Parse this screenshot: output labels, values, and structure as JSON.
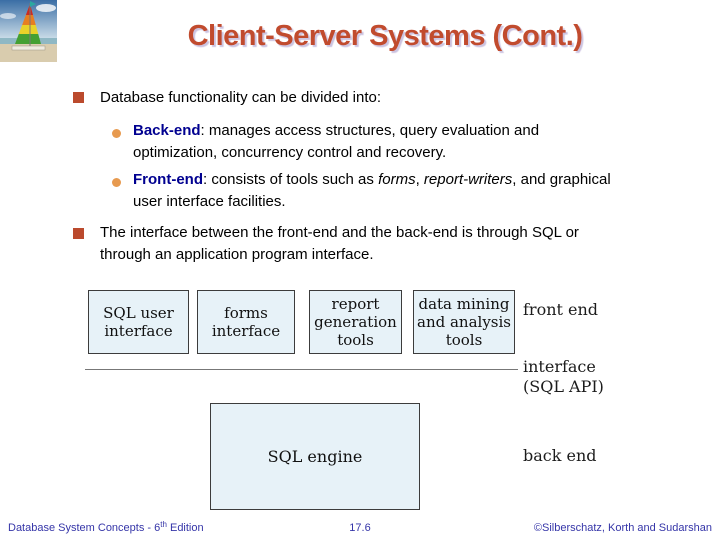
{
  "slide_title": "Client-Server Systems (Cont.)",
  "logo_alt": "sailboat-beach-photo",
  "bullets": {
    "b1": "Database functionality can be divided into:",
    "s1": {
      "term": "Back-end",
      "colon": ": ",
      "line1": "manages access structures, query evaluation and",
      "line2": "optimization, concurrency control and recovery."
    },
    "s2": {
      "term": "Front-end",
      "colon": ": ",
      "pre": "consists of tools such as ",
      "italic1": "forms",
      "comma": ", ",
      "italic2": "report-writers",
      "tail": ", and graphical",
      "line2": "user interface facilities."
    },
    "b2": {
      "line1": "The interface between the front-end and the back-end is through SQL or",
      "line2": "through an application program interface."
    }
  },
  "diagram": {
    "boxes": {
      "box1": "SQL user\ninterface",
      "box2": "forms\ninterface",
      "box3": "report\ngeneration\ntools",
      "box4": "data mining\nand analysis\ntools",
      "engine": "SQL engine"
    },
    "labels": {
      "front": "front end",
      "interface_1": "interface",
      "interface_2": "(SQL API)",
      "back": "back end"
    }
  },
  "footer": {
    "left_pre": "Database System Concepts - 6",
    "left_sup": "th",
    "left_post": " Edition",
    "page": "17.6",
    "right": "©Silberschatz, Korth and Sudarshan"
  },
  "colors": {
    "title": "#C14B2E",
    "title_shadow": "#CCC3E0",
    "square_bullet": "#BB4A2D",
    "round_bullet": "#E79A4F",
    "term_navy": "#000090",
    "box_fill": "#E7F2F8",
    "box_border": "#3C3C3C",
    "footer_blue": "#3535A8"
  }
}
